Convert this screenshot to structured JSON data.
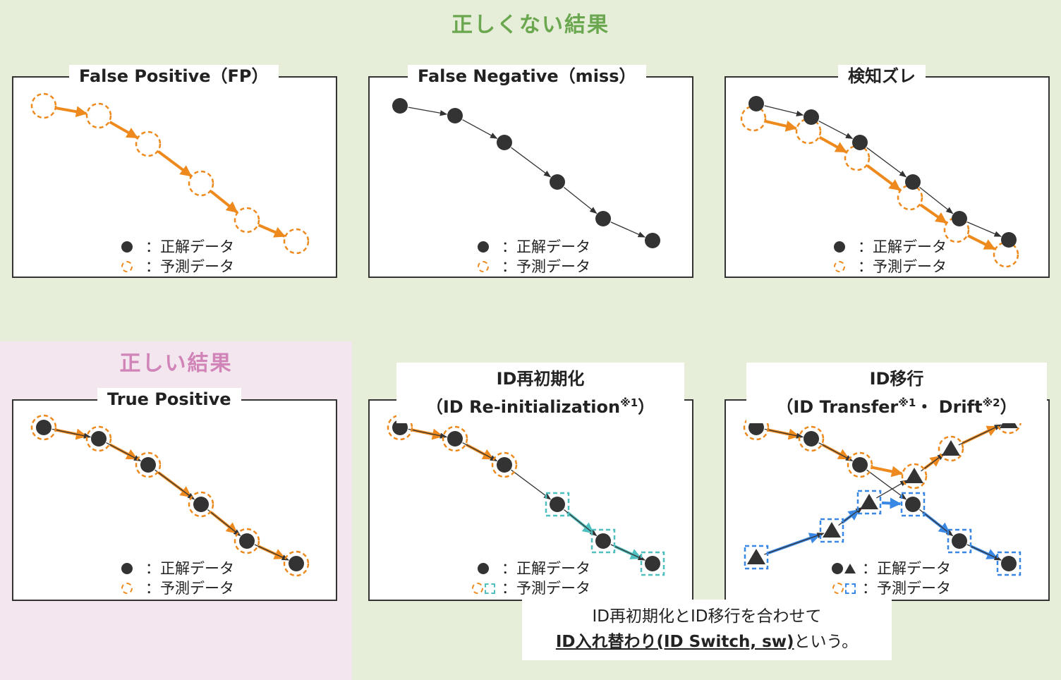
{
  "headings": {
    "incorrect": "正しくない結果",
    "correct": "正しい結果"
  },
  "panels": {
    "fp": {
      "title": "False Positive（FP）"
    },
    "fn": {
      "title": "False Negative（miss）"
    },
    "shift": {
      "title": "検知ズレ"
    },
    "tp": {
      "title": "True Positive"
    },
    "reinit": {
      "title_line1": "ID再初期化",
      "title_line2_pre": "（ID Re-initialization",
      "title_line2_sup": "※1",
      "title_line2_post": "）"
    },
    "transfer": {
      "title_line1": "ID移行",
      "title_line2_a": "（ID Transfer",
      "title_line2_sup1": "※1",
      "title_line2_b": "・ Drift",
      "title_line2_sup2": "※2",
      "title_line2_c": "）"
    }
  },
  "legend": {
    "gt": "：正解データ",
    "pred": "：予測データ"
  },
  "note": {
    "line1": "ID再初期化とID移行を合わせて",
    "line2_underlined": "ID入れ替わり(ID Switch, sw)",
    "line2_rest": "という。"
  },
  "colors": {
    "orange": "#ee8a1d",
    "blue": "#3a88e6",
    "teal": "#4fbfc0",
    "dark": "#333333",
    "green_heading": "#6aa74f",
    "pink_heading": "#d084b8"
  }
}
